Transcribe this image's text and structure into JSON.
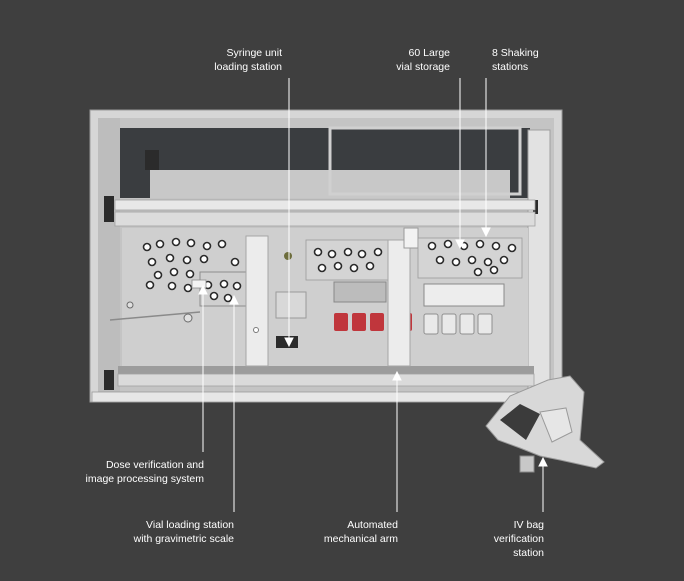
{
  "labels": {
    "syringe": "Syringe unit\nloading station",
    "large_vial": "60 Large\nvial storage",
    "shaking": "8 Shaking\nstations",
    "dose": "Dose verification and\nimage processing system",
    "vial_loading": "Vial loading station\nwith gravimetric scale",
    "arm": "Automated\nmechanical arm",
    "ivbag": "IV bag\nverification\nstation"
  },
  "colors": {
    "background": "#3f3f3f",
    "machine_frame": "#d9d9d9",
    "machine_interior": "#c9c9c9",
    "callout_line": "#ffffff",
    "red_vials": "#c0363c"
  }
}
